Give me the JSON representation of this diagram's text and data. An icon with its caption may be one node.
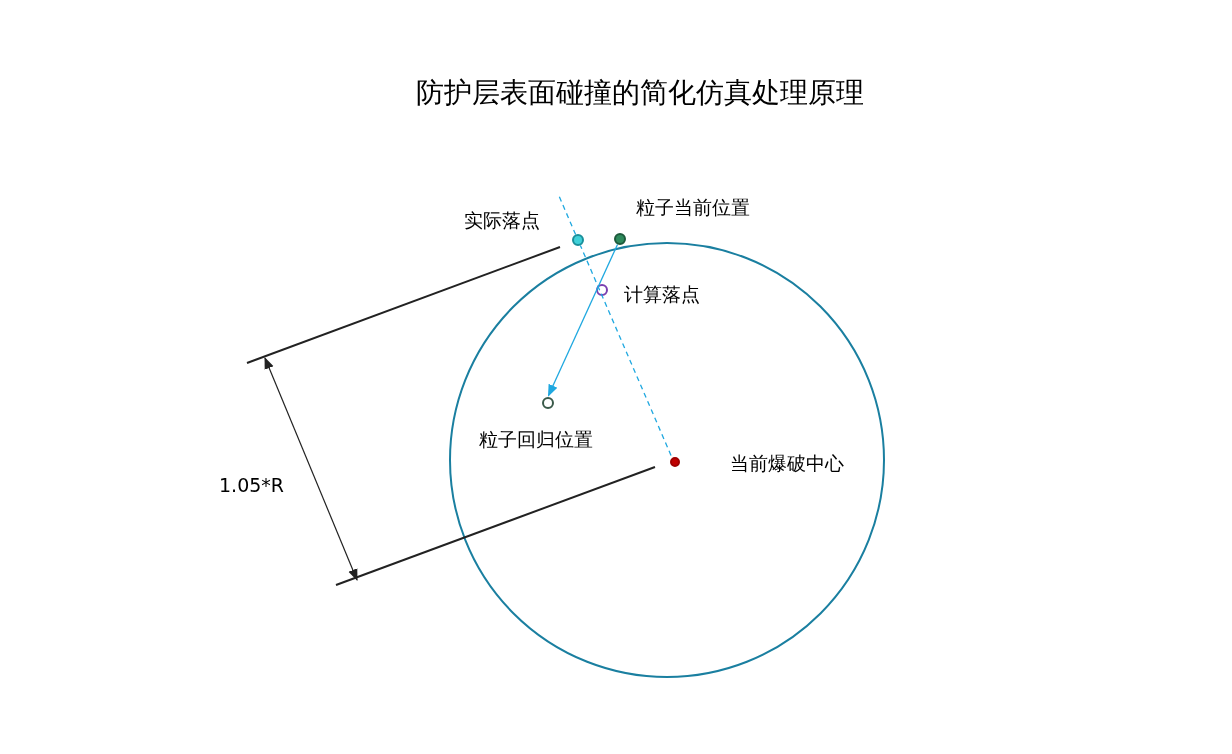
{
  "diagram": {
    "title": "防护层表面碰撞的简化仿真处理原理",
    "nodes": [
      {
        "text": [],
        "shape": "circle"
      },
      {
        "text": [],
        "shape": "circle",
        "beside": [
          "实际落点"
        ]
      },
      {
        "text": [],
        "shape": "circle",
        "beside": [
          "粒子当前位置"
        ]
      },
      {
        "text": [],
        "shape": "circle",
        "beside": [
          "计算落点"
        ],
        "in": 0
      },
      {
        "text": [],
        "shape": "circle",
        "beside": [
          "粒子回归位置"
        ],
        "in": 0
      },
      {
        "text": [],
        "shape": "circle",
        "beside": [
          "当前爆破中心"
        ],
        "in": 0
      }
    ],
    "edges": [
      {
        "from": 2,
        "to": 4,
        "arrow": "to",
        "color": "#1fa8e0"
      },
      {
        "from": 5,
        "to": 1,
        "arrow": "none",
        "style": "dashed",
        "color": "#1fa8e0"
      }
    ],
    "labels": [
      "1.05*R"
    ]
  }
}
